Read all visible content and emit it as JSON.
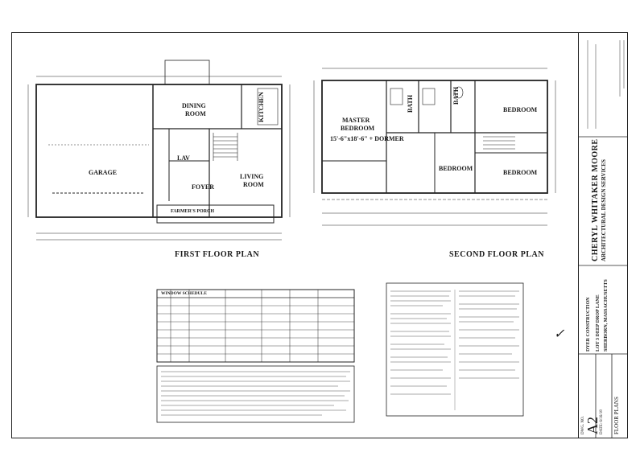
{
  "first_floor": {
    "title": "FIRST FLOOR PLAN",
    "rooms": {
      "garage": "GARAGE",
      "dining": "DINING",
      "dining2": "ROOM",
      "kitchen": "KITCHEN",
      "lav": "LAV",
      "foyer": "FOYER",
      "living": "LIVING",
      "living2": "ROOM",
      "porch": "FARMER'S PORCH"
    }
  },
  "second_floor": {
    "title": "SECOND FLOOR PLAN",
    "rooms": {
      "master": "MASTER",
      "master2": "BEDROOM",
      "bath1": "BATH",
      "bath2": "BATH",
      "bedroom_ne": "BEDROOM",
      "bedroom_mid": "BEDROOM",
      "bedroom_se": "BEDROOM",
      "dormer": "15'-6\"x18'-6\" + DORMER"
    }
  },
  "window_schedule": {
    "title": "WINDOW SCHEDULE"
  },
  "title_block": {
    "firm_name": "CHERYL WHITAKER MOORE",
    "firm_sub": "ARCHITECTURAL DESIGN SERVICES",
    "client": "DYER CONSTRUCTION",
    "address1": "LOT 3 DEEP DROP LANE",
    "address2": "SHERBORN, MASSACHUSETTS",
    "sheet_label": "FLOOR PLANS",
    "sheet_number": "A2",
    "dwg_no_label": "DWG. NO.",
    "date_label": "DATE: 6/16/18"
  }
}
